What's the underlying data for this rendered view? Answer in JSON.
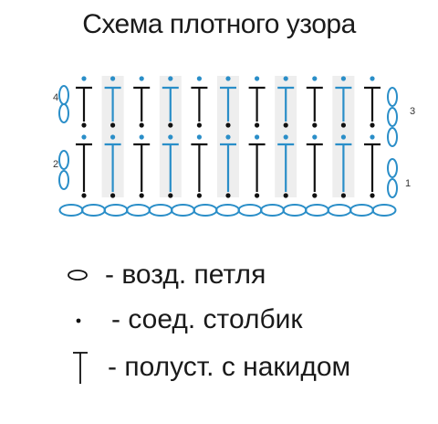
{
  "title": "Схема плотного узора",
  "row_numbers": [
    "4",
    "2",
    "3",
    "1"
  ],
  "rows": [
    {
      "stitches": [
        "T",
        "T",
        "T",
        "T",
        "T",
        "T",
        "T",
        "T",
        "T",
        "T",
        "T"
      ],
      "has_dots": true
    },
    {
      "stitches": [
        "T",
        "T",
        "T",
        "T",
        "T",
        "T",
        "T",
        "T",
        "T",
        "T",
        "T"
      ],
      "has_dots": true
    }
  ],
  "foundation_chain_count": 15,
  "legend": [
    {
      "symbol": "chain-oval",
      "text": "- возд. петля"
    },
    {
      "symbol": "dot",
      "text": "- соед. столбик"
    },
    {
      "symbol": "t-stitch",
      "text": "- полуст. с накидом"
    }
  ],
  "colors": {
    "blue": "#2a8ec8",
    "black": "#111111",
    "shade": "#d9d9d9"
  }
}
